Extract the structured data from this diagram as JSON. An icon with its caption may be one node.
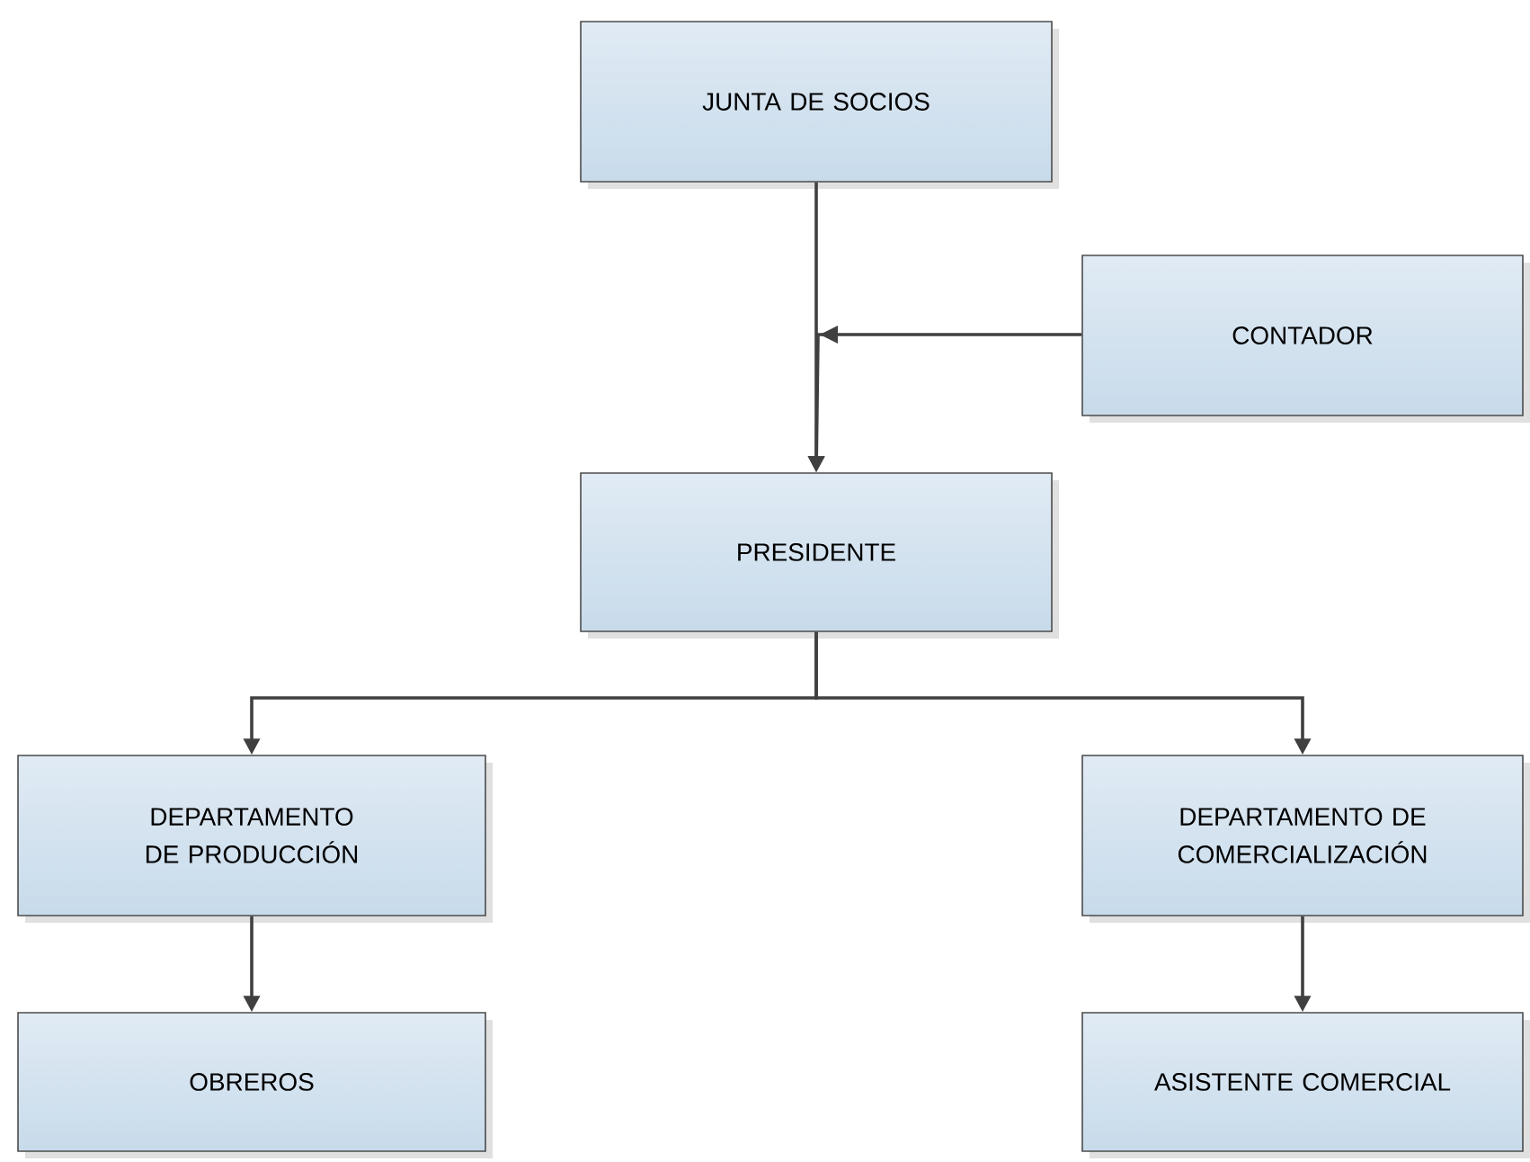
{
  "diagram": {
    "nodes": [
      {
        "text": [
          "JUNTA DE SOCIOS"
        ]
      },
      {
        "text": [
          "CONTADOR"
        ]
      },
      {
        "text": [
          "PRESIDENTE"
        ]
      },
      {
        "text": [
          "DEPARTAMENTO DE PRODUCCIÓN"
        ]
      },
      {
        "text": [
          "DEPARTAMENTO DE COMERCIALIZACIÓN"
        ]
      },
      {
        "text": [
          "OBREROS"
        ]
      },
      {
        "text": [
          "ASISTENTE COMERCIAL"
        ]
      }
    ],
    "edges": [
      {
        "from": 0,
        "to": 2,
        "arrow": "to"
      },
      {
        "from": 1,
        "to": 2,
        "arrow": "to"
      },
      {
        "from": 2,
        "to": 3,
        "arrow": "to"
      },
      {
        "from": 2,
        "to": 4,
        "arrow": "to"
      },
      {
        "from": 3,
        "to": 5,
        "arrow": "to"
      },
      {
        "from": 4,
        "to": 6,
        "arrow": "to"
      }
    ]
  }
}
